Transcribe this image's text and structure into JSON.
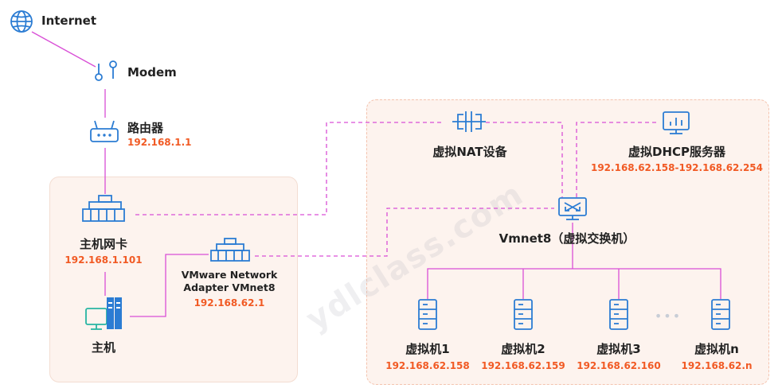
{
  "internet": {
    "label": "Internet",
    "icon": "globe-icon"
  },
  "modem": {
    "label": "Modem",
    "icon": "modem-icon"
  },
  "router": {
    "label": "路由器",
    "ip": "192.168.1.1",
    "icon": "router-icon"
  },
  "host_nic": {
    "label": "主机网卡",
    "ip": "192.168.1.101",
    "icon": "nic-icon"
  },
  "host": {
    "label": "主机",
    "icon": "computer-icon"
  },
  "vmnet8_adapter": {
    "label_line1": "VMware Network",
    "label_line2": "Adapter VMnet8",
    "ip": "192.168.62.1",
    "icon": "nic-icon"
  },
  "nat": {
    "label": "虚拟NAT设备",
    "icon": "nat-icon"
  },
  "dhcp": {
    "label": "虚拟DHCP服务器",
    "ip_range": "192.168.62.158-192.168.62.254",
    "icon": "dhcp-monitor-icon"
  },
  "vswitch": {
    "label": "Vmnet8（虚拟交换机）",
    "icon": "switch-icon"
  },
  "vms": [
    {
      "label": "虚拟机1",
      "ip": "192.168.62.158"
    },
    {
      "label": "虚拟机2",
      "ip": "192.168.62.159"
    },
    {
      "label": "虚拟机3",
      "ip": "192.168.62.160"
    },
    {
      "label": "虚拟机n",
      "ip": "192.168.62.n"
    }
  ],
  "ellipsis": "•••",
  "watermark": "ydlclass.com",
  "colors": {
    "line": "#d94fd6",
    "ip": "#f15a24",
    "icon": "#2b7cd3",
    "box_fill": "#fdf3ee",
    "box_border": "#f4c3ae"
  }
}
